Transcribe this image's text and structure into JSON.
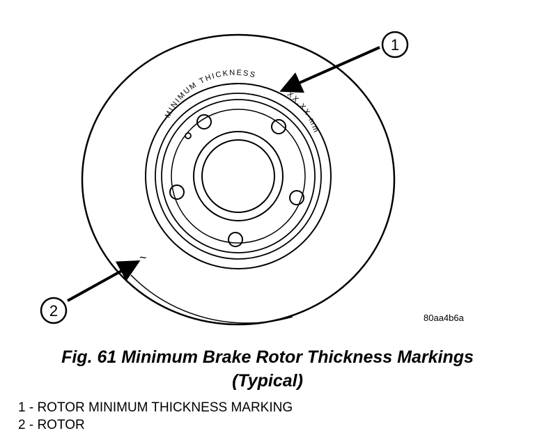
{
  "figure": {
    "rotor_marking_top": "MINIMUM THICKNESS",
    "rotor_marking_value": "XX.XX mm",
    "rotor_symbol": "~",
    "callout_1": "1",
    "callout_2": "2",
    "image_code": "80aa4b6a"
  },
  "caption": {
    "line1": "Fig. 61 Minimum Brake Rotor Thickness Markings",
    "line2": "(Typical)"
  },
  "legend": [
    {
      "number": "1",
      "text": " - ROTOR MINIMUM THICKNESS MARKING"
    },
    {
      "number": "2",
      "text": " - ROTOR"
    }
  ]
}
